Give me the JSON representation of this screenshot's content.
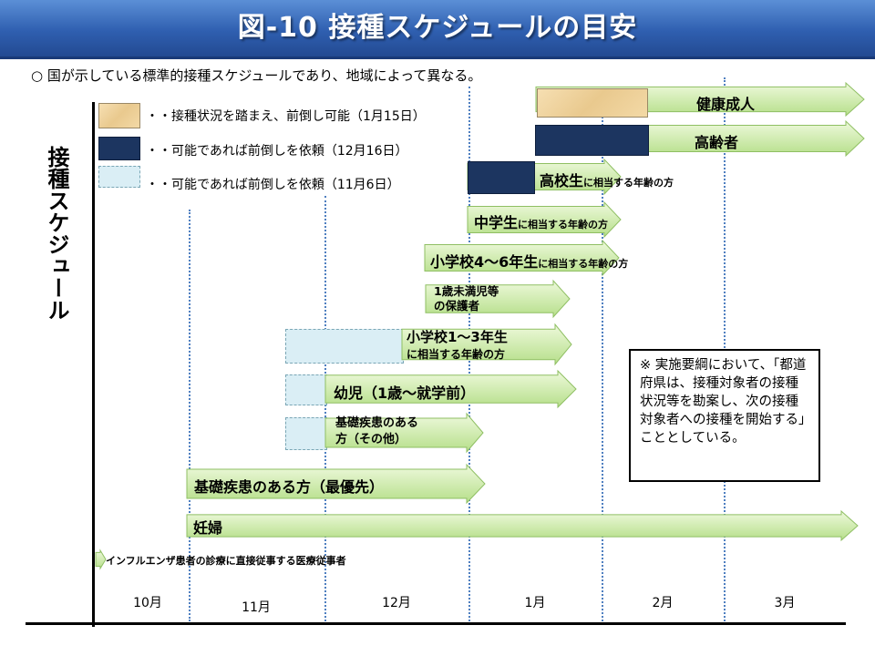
{
  "title": "図-10 接種スケジュールの目安",
  "subtitle": "○ 国が示している標準的接種スケジュールであり、地域によって異なる。",
  "vertical_label": "接種スケジュール",
  "legend": [
    {
      "style": "beige",
      "text": "・・接種状況を踏まえ、前倒し可能（1月15日）"
    },
    {
      "style": "navy",
      "text": "・・可能であれば前倒しを依頼（12月16日）"
    },
    {
      "style": "light",
      "text": "・・可能であれば前倒しを依頼（11月6日）"
    }
  ],
  "months": [
    "10月",
    "11月",
    "12月",
    "1月",
    "2月",
    "3月"
  ],
  "arrows": {
    "healthy_adults": "健康成人",
    "elderly": "高齢者",
    "high_school_main": "高校生",
    "high_school_sub": "に相当する年齢の方",
    "junior_high_main": "中学生",
    "junior_high_sub": "に相当する年齢の方",
    "elem_upper_main": "小学校4〜6年生",
    "elem_upper_sub": "に相当する年齢の方",
    "infant_guardian_1": "1歳未満児等",
    "infant_guardian_2": "の保護者",
    "elem_lower_1": "小学校1〜3年生",
    "elem_lower_2": "に相当する年齢の方",
    "toddler": "幼児（1歳〜就学前）",
    "underlying_other_1": "基礎疾患のある",
    "underlying_other_2": "方（その他）",
    "underlying_priority": "基礎疾患のある方（最優先）",
    "pregnant": "妊婦",
    "medical_workers": "インフルエンザ患者の診療に直接従事する医療従事者"
  },
  "note": "※ 実施要綱において、「都道府県は、接種対象者の接種状況等を勘案し、次の接種対象者への接種を開始する」こととしている。",
  "colors": {
    "title_bg": "#2f5fb0",
    "arrow_fill_top": "#eef9dc",
    "arrow_fill_bottom": "#b6df8a",
    "navy": "#1c3560",
    "light_blue": "#daeef5",
    "beige": "#e9c98e",
    "gridline": "#4f7fc0"
  },
  "icons": [
    "arrow-right-icon"
  ]
}
